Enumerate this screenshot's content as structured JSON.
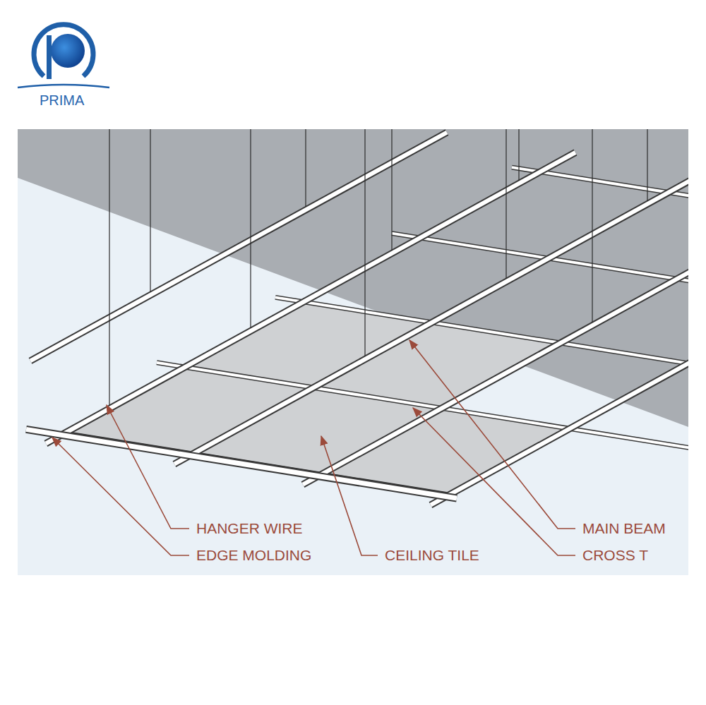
{
  "diagram": {
    "labels": [
      "PRIMA",
      "HANGER WIRE",
      "EDGE MOLDING",
      "CEILING TILE",
      "MAIN BEAM",
      "CROSS T"
    ]
  }
}
